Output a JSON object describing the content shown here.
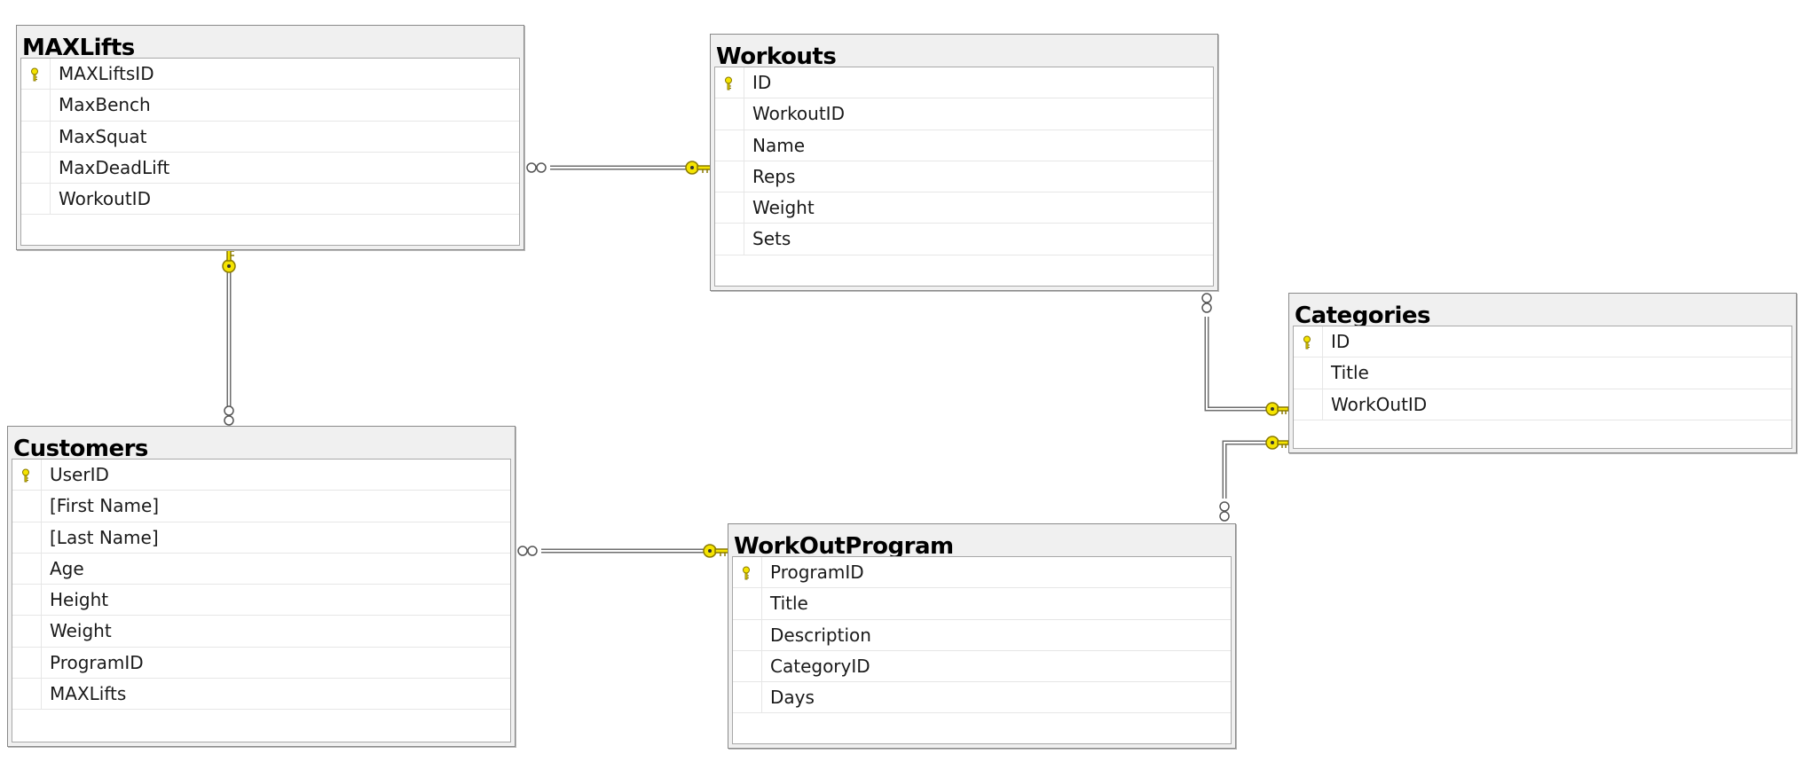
{
  "tables": {
    "maxlifts": {
      "title": "MAXLifts",
      "columns": [
        {
          "name": "MAXLiftsID",
          "pk": true
        },
        {
          "name": "MaxBench",
          "pk": false
        },
        {
          "name": "MaxSquat",
          "pk": false
        },
        {
          "name": "MaxDeadLift",
          "pk": false
        },
        {
          "name": "WorkoutID",
          "pk": false
        }
      ]
    },
    "workouts": {
      "title": "Workouts",
      "columns": [
        {
          "name": "ID",
          "pk": true
        },
        {
          "name": "WorkoutID",
          "pk": false
        },
        {
          "name": "Name",
          "pk": false
        },
        {
          "name": "Reps",
          "pk": false
        },
        {
          "name": "Weight",
          "pk": false
        },
        {
          "name": "Sets",
          "pk": false
        }
      ]
    },
    "categories": {
      "title": "Categories",
      "columns": [
        {
          "name": "ID",
          "pk": true
        },
        {
          "name": "Title",
          "pk": false
        },
        {
          "name": "WorkOutID",
          "pk": false
        }
      ]
    },
    "customers": {
      "title": "Customers",
      "columns": [
        {
          "name": "UserID",
          "pk": true
        },
        {
          "name": "[First Name]",
          "pk": false
        },
        {
          "name": "[Last Name]",
          "pk": false
        },
        {
          "name": "Age",
          "pk": false
        },
        {
          "name": "Height",
          "pk": false
        },
        {
          "name": "Weight",
          "pk": false
        },
        {
          "name": "ProgramID",
          "pk": false
        },
        {
          "name": "MAXLifts",
          "pk": false
        }
      ]
    },
    "workoutprogram": {
      "title": "WorkOutProgram",
      "columns": [
        {
          "name": "ProgramID",
          "pk": true
        },
        {
          "name": "Title",
          "pk": false
        },
        {
          "name": "Description",
          "pk": false
        },
        {
          "name": "CategoryID",
          "pk": false
        },
        {
          "name": "Days",
          "pk": false
        }
      ]
    }
  },
  "relationships": [
    {
      "from": "MAXLifts",
      "to": "Workouts",
      "from_end": "many",
      "to_end": "one"
    },
    {
      "from": "Customers",
      "to": "MAXLifts",
      "from_end": "many",
      "to_end": "one"
    },
    {
      "from": "Customers",
      "to": "WorkOutProgram",
      "from_end": "many",
      "to_end": "one"
    },
    {
      "from": "Workouts",
      "to": "Categories",
      "from_end": "many",
      "to_end": "one"
    },
    {
      "from": "WorkOutProgram",
      "to": "Categories",
      "from_end": "many",
      "to_end": "one"
    }
  ],
  "colors": {
    "key": "#f5e400",
    "key_outline": "#8a7a00",
    "line": "#6e6e6e",
    "header_bg": "#f0f0f0"
  }
}
